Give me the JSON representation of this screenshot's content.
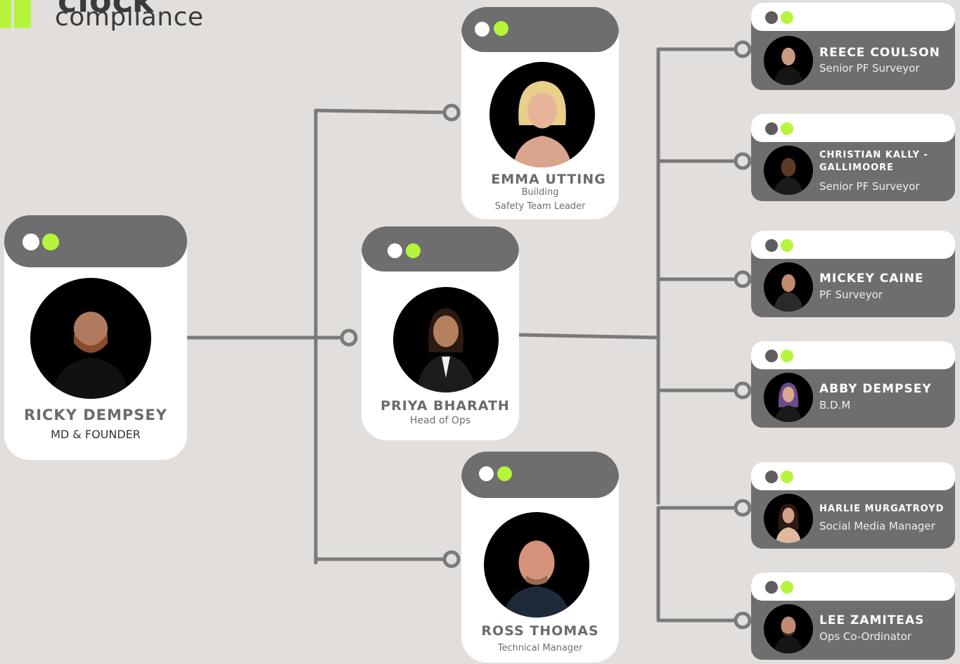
{
  "brand": {
    "name_top": "clock",
    "name_word": "compliance",
    "accent_color": "#b6f53b",
    "card_gray": "#6e6e6e",
    "line_gray": "#7a7a7a",
    "background": "#e2dedb"
  },
  "founder": {
    "name": "RICKY DEMPSEY",
    "role": "MD & FOUNDER"
  },
  "managers": [
    {
      "name": "EMMA UTTING",
      "role_line1": "Building",
      "role_line2": "Safety Team Leader"
    },
    {
      "name": "PRIYA BHARATH",
      "role": "Head of Ops"
    },
    {
      "name": "ROSS THOMAS",
      "role": "Technical Manager"
    }
  ],
  "team": [
    {
      "name": "REECE COULSON",
      "role": "Senior PF Surveyor"
    },
    {
      "name_line1": "CHRISTIAN KALLY -",
      "name_line2": "GALLIMOORE",
      "role": "Senior PF Surveyor"
    },
    {
      "name": "MICKEY CAINE",
      "role": "PF Surveyor"
    },
    {
      "name": "ABBY DEMPSEY",
      "role": "B.D.M"
    },
    {
      "name": "HARLIE MURGATROYD",
      "role": "Social Media Manager"
    },
    {
      "name": "LEE ZAMITEAS",
      "role": "Ops Co-Ordinator"
    }
  ]
}
